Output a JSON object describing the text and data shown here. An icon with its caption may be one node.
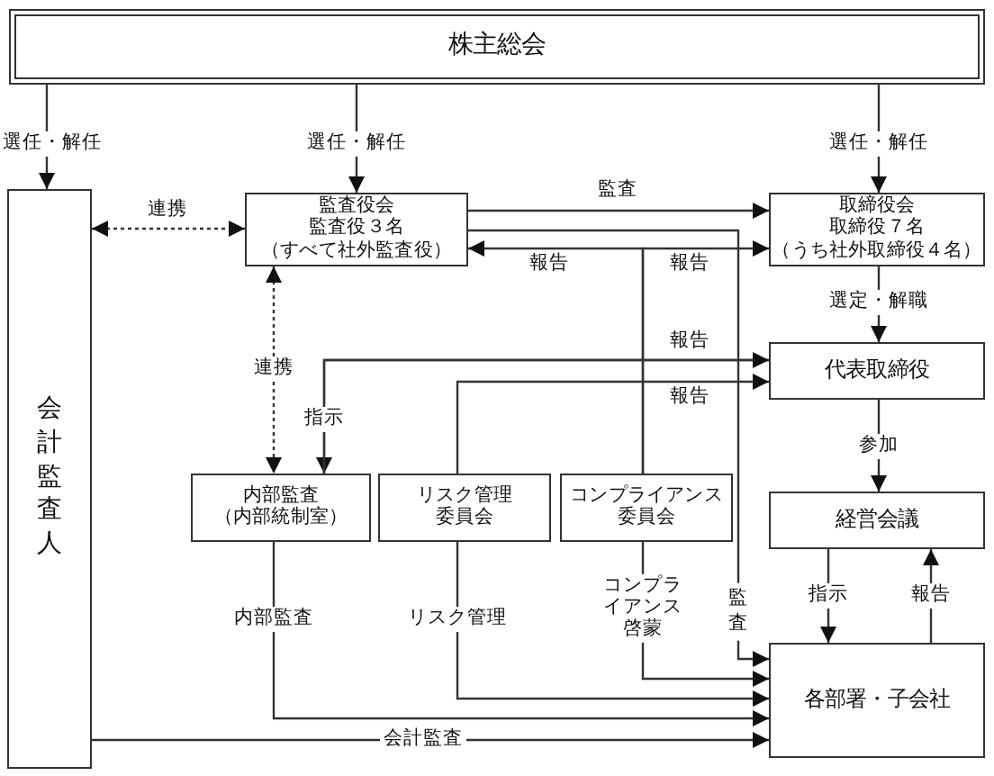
{
  "diagram": {
    "nodes": [
      {
        "text": [
          "株主総会"
        ]
      },
      {
        "text": [
          "会計監査人"
        ]
      },
      {
        "text": [
          "監査役会",
          "監査役３名",
          "（すべて社外監査役）"
        ]
      },
      {
        "text": [
          "取締役会",
          "取締役７名",
          "（うち社外取締役４名）"
        ]
      },
      {
        "text": [
          "代表取締役"
        ]
      },
      {
        "text": [
          "内部監査",
          "（内部統制室）"
        ]
      },
      {
        "text": [
          "リスク管理委員会"
        ]
      },
      {
        "text": [
          "コンプライアンス委員会"
        ]
      },
      {
        "text": [
          "経営会議"
        ]
      },
      {
        "text": [
          "各部署・子会社"
        ]
      }
    ],
    "edges": [
      {
        "from": 0,
        "to": 1,
        "arrow": "to",
        "label": "選任・解任"
      },
      {
        "from": 0,
        "to": 2,
        "arrow": "to",
        "label": "選任・解任"
      },
      {
        "from": 0,
        "to": 3,
        "arrow": "to",
        "label": "選任・解任"
      },
      {
        "from": 1,
        "to": 2,
        "arrow": "both",
        "label": "連携",
        "style": "dashed"
      },
      {
        "from": 2,
        "to": 3,
        "arrow": "to",
        "label": "監査"
      },
      {
        "from": 2,
        "to": 9,
        "arrow": "to",
        "label": "監査"
      },
      {
        "from": 7,
        "to": 2,
        "arrow": "to",
        "label": "報告"
      },
      {
        "from": 7,
        "to": 3,
        "arrow": "to",
        "label": "報告"
      },
      {
        "from": 2,
        "to": 5,
        "arrow": "both",
        "label": "連携",
        "style": "dashed"
      },
      {
        "from": 4,
        "to": 5,
        "arrow": "to",
        "label": "指示"
      },
      {
        "from": 5,
        "to": 4,
        "arrow": "to",
        "label": "報告"
      },
      {
        "from": 6,
        "to": 4,
        "arrow": "to",
        "label": "報告"
      },
      {
        "from": 3,
        "to": 4,
        "arrow": "to",
        "label": "選定・解職"
      },
      {
        "from": 4,
        "to": 8,
        "arrow": "to",
        "label": "参加"
      },
      {
        "from": 8,
        "to": 9,
        "arrow": "to",
        "label": "指示"
      },
      {
        "from": 9,
        "to": 8,
        "arrow": "to",
        "label": "報告"
      },
      {
        "from": 5,
        "to": 9,
        "arrow": "to",
        "label": "内部監査"
      },
      {
        "from": 6,
        "to": 9,
        "arrow": "to",
        "label": "リスク管理"
      },
      {
        "from": 7,
        "to": 9,
        "arrow": "to",
        "label": "コンプライアンス啓蒙"
      },
      {
        "from": 1,
        "to": 9,
        "arrow": "to",
        "label": "会計監査"
      }
    ]
  }
}
